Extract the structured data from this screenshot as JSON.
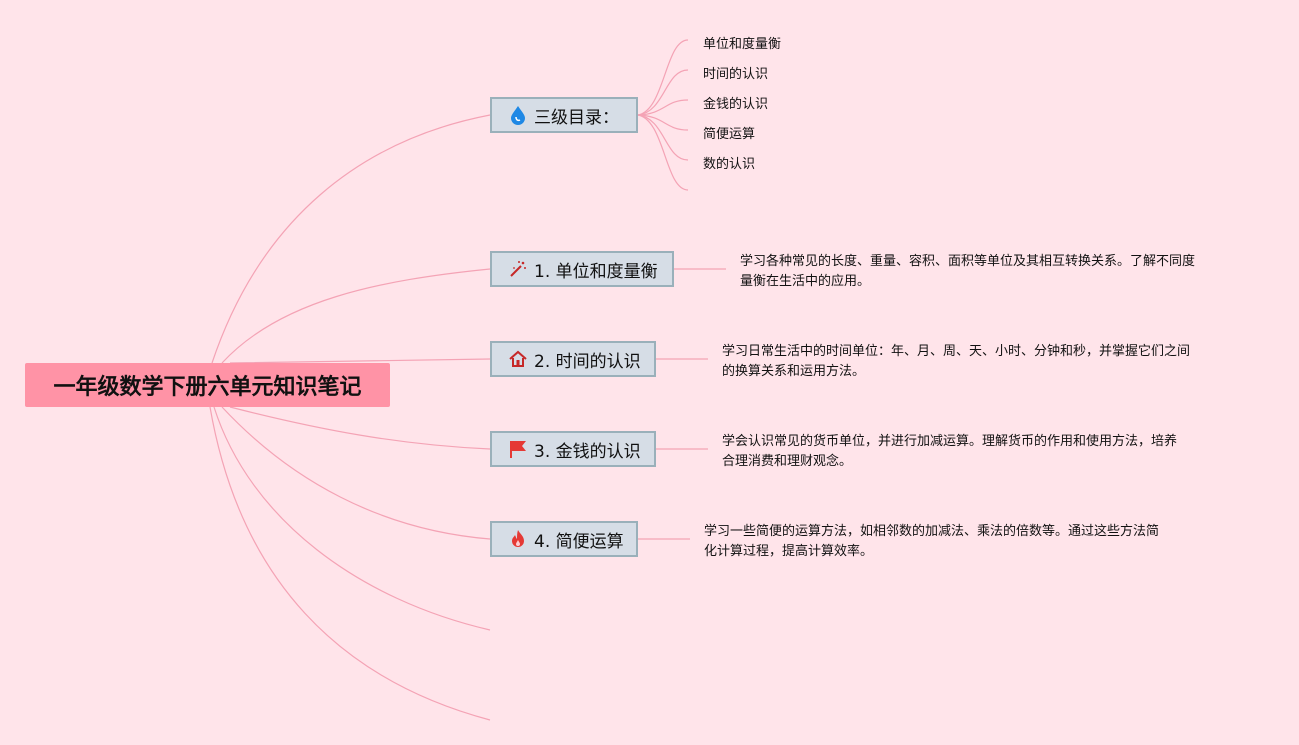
{
  "root": {
    "title": "一年级数学下册六单元知识笔记"
  },
  "toc": {
    "label": "三级目录：",
    "icon": "water-drop-icon",
    "items": [
      "单位和度量衡",
      "时间的认识",
      "金钱的认识",
      "简便运算",
      "数的认识"
    ]
  },
  "topics": [
    {
      "label": "1. 单位和度量衡",
      "icon": "magic-wand-icon",
      "desc_line1": "学习各种常见的长度、重量、容积、面积等单位及其相互转换关系。了解不同度",
      "desc_line2": "量衡在生活中的应用。"
    },
    {
      "label": "2. 时间的认识",
      "icon": "home-icon",
      "desc_line1": "学习日常生活中的时间单位：年、月、周、天、小时、分钟和秒，并掌握它们之间",
      "desc_line2": "的换算关系和运用方法。"
    },
    {
      "label": "3. 金钱的认识",
      "icon": "flag-icon",
      "desc_line1": "学会认识常见的货币单位，并进行加减运算。理解货币的作用和使用方法，培养",
      "desc_line2": "合理消费和理财观念。"
    },
    {
      "label": "4. 简便运算",
      "icon": "fire-icon",
      "desc_line1": "学习一些简便的运算方法，如相邻数的加减法、乘法的倍数等。通过这些方法简",
      "desc_line2": "化计算过程，提高计算效率。"
    }
  ],
  "colors": {
    "background": "#ffe4ea",
    "root_fill": "#ff93a6",
    "branch_fill": "#d6dde6",
    "branch_border": "#9ab0ba",
    "connector": "#f4a3b5"
  }
}
